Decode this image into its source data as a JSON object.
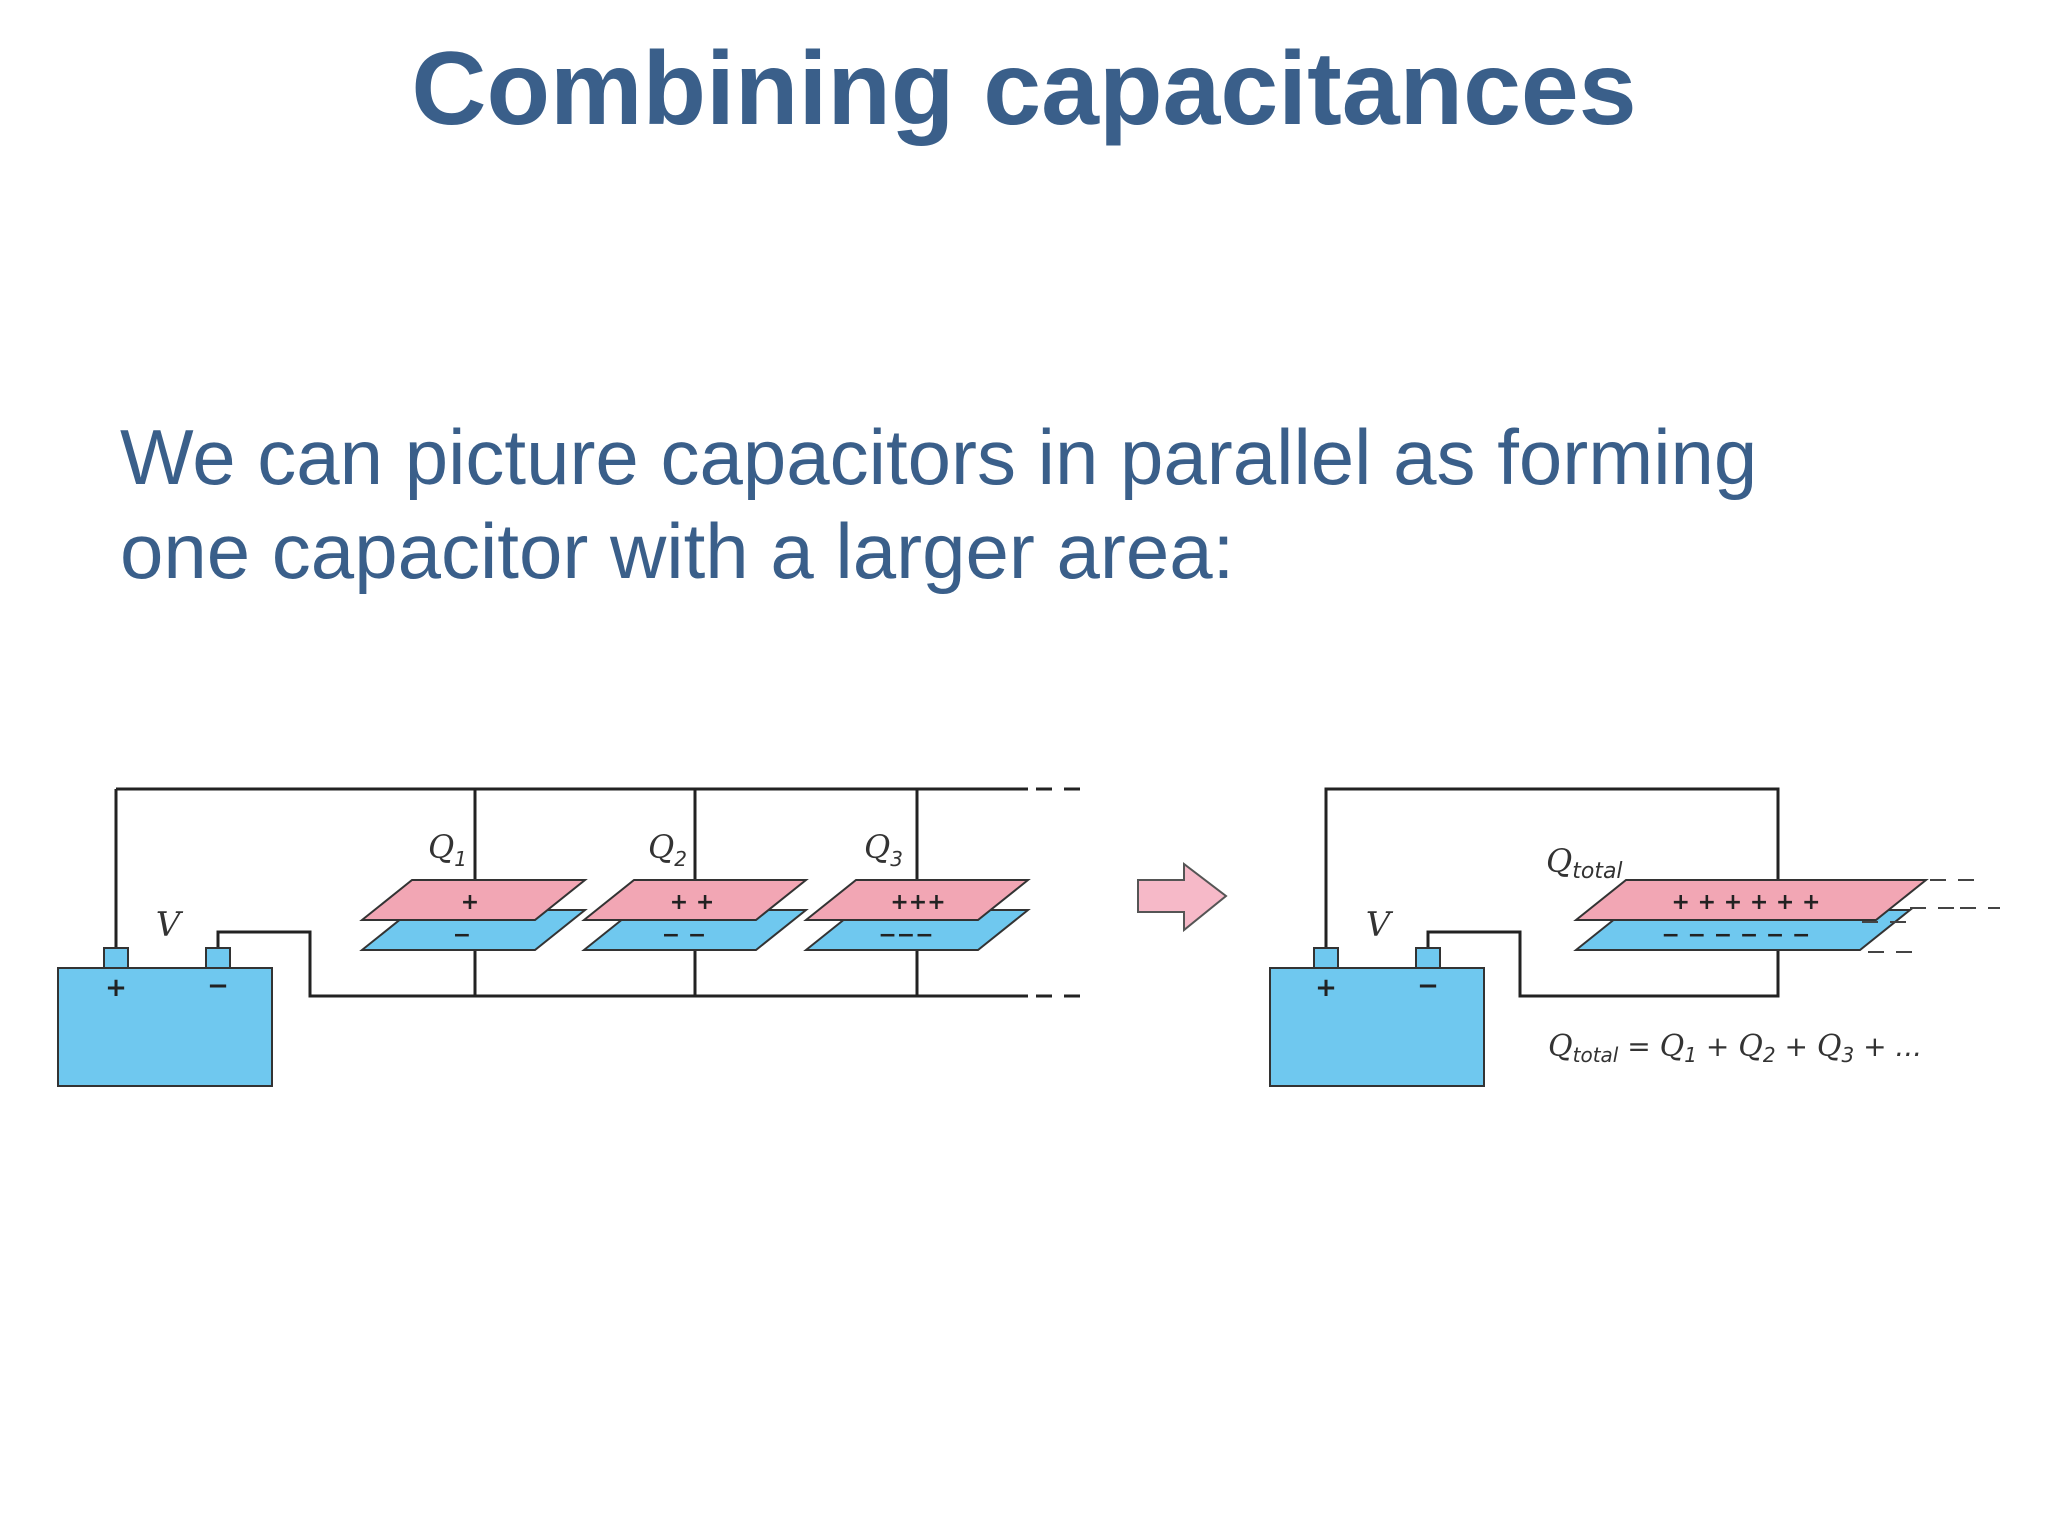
{
  "slide": {
    "title": "Combining capacitances",
    "body": {
      "line1": "We can picture capacitors in parallel as forming",
      "line2": "one capacitor with a larger area:"
    }
  },
  "diagram": {
    "left": {
      "battery_label": "V",
      "plus": "+",
      "minus": "−",
      "capacitors": [
        {
          "label": "Q",
          "sub": "1",
          "top_charges": "+",
          "bottom_charges": "−"
        },
        {
          "label": "Q",
          "sub": "2",
          "top_charges": "+ +",
          "bottom_charges": "− −"
        },
        {
          "label": "Q",
          "sub": "3",
          "top_charges": "+++",
          "bottom_charges": "−−−"
        }
      ]
    },
    "right": {
      "battery_label": "V",
      "plus": "+",
      "minus": "−",
      "cap_label": "Q",
      "cap_sub": "total",
      "top_charges": "+ + + + + +",
      "bottom_charges": "− − − − − −",
      "equation": {
        "q": "Q",
        "q_sub": "total",
        "eq": " = ",
        "q1": "Q",
        "q1_sub": "1",
        "plus1": " + ",
        "q2": "Q",
        "q2_sub": "2",
        "plus2": " + ",
        "q3": "Q",
        "q3_sub": "3",
        "tail": " + ..."
      }
    },
    "colors": {
      "battery": "#6fc8ef",
      "plate_positive": "#f2a6b4",
      "plate_negative": "#6fc8ef",
      "arrow_fill": "#f6b9c8",
      "wire": "#222222"
    }
  }
}
